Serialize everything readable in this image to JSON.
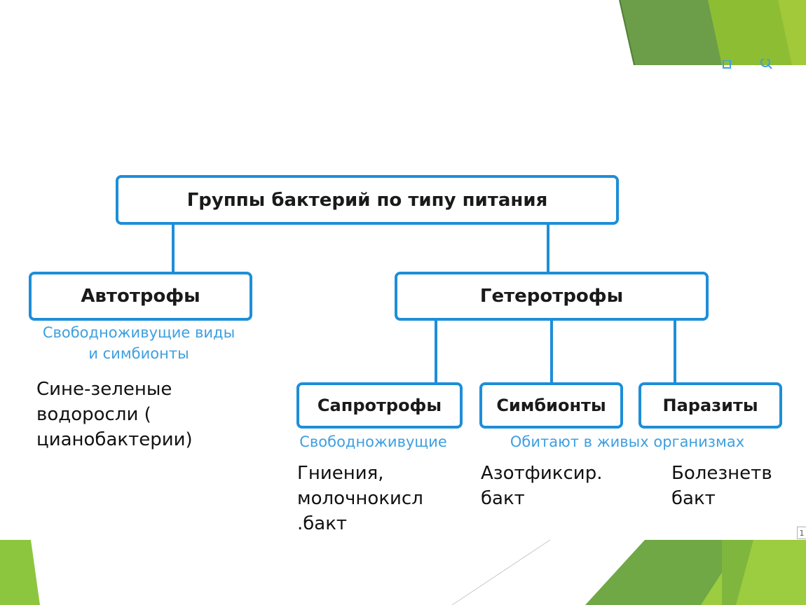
{
  "diagram": {
    "root": {
      "label": "Группы бактерий по типу питания"
    },
    "autotrophs": {
      "label": "Автотрофы",
      "caption_line1": "Свободноживущие виды",
      "caption_line2": "и симбионты",
      "note": "Сине-зеленые\nводоросли (\nцианобактерии)"
    },
    "heterotrophs": {
      "label": "Гетеротрофы",
      "children": [
        {
          "label": "Сапротрофы",
          "note": "Гниения,\nмолочнокисл\n.бакт"
        },
        {
          "label": "Симбионты",
          "note": "Азотфиксир.\nбакт"
        },
        {
          "label": "Паразиты",
          "note": "Болезнетв\nбакт"
        }
      ],
      "caption_saprotrophs": "Свободноживущие",
      "caption_living": "Обитают в живых организмах"
    }
  },
  "slide": {
    "page_number": "1",
    "toolbar_icons": [
      "copy-icon",
      "search-icon"
    ]
  },
  "colors": {
    "box_border": "#1e8ed8",
    "caption_text": "#3e9fe0",
    "green_light": "#8cc63f",
    "green_dark": "#5e9a3b"
  }
}
